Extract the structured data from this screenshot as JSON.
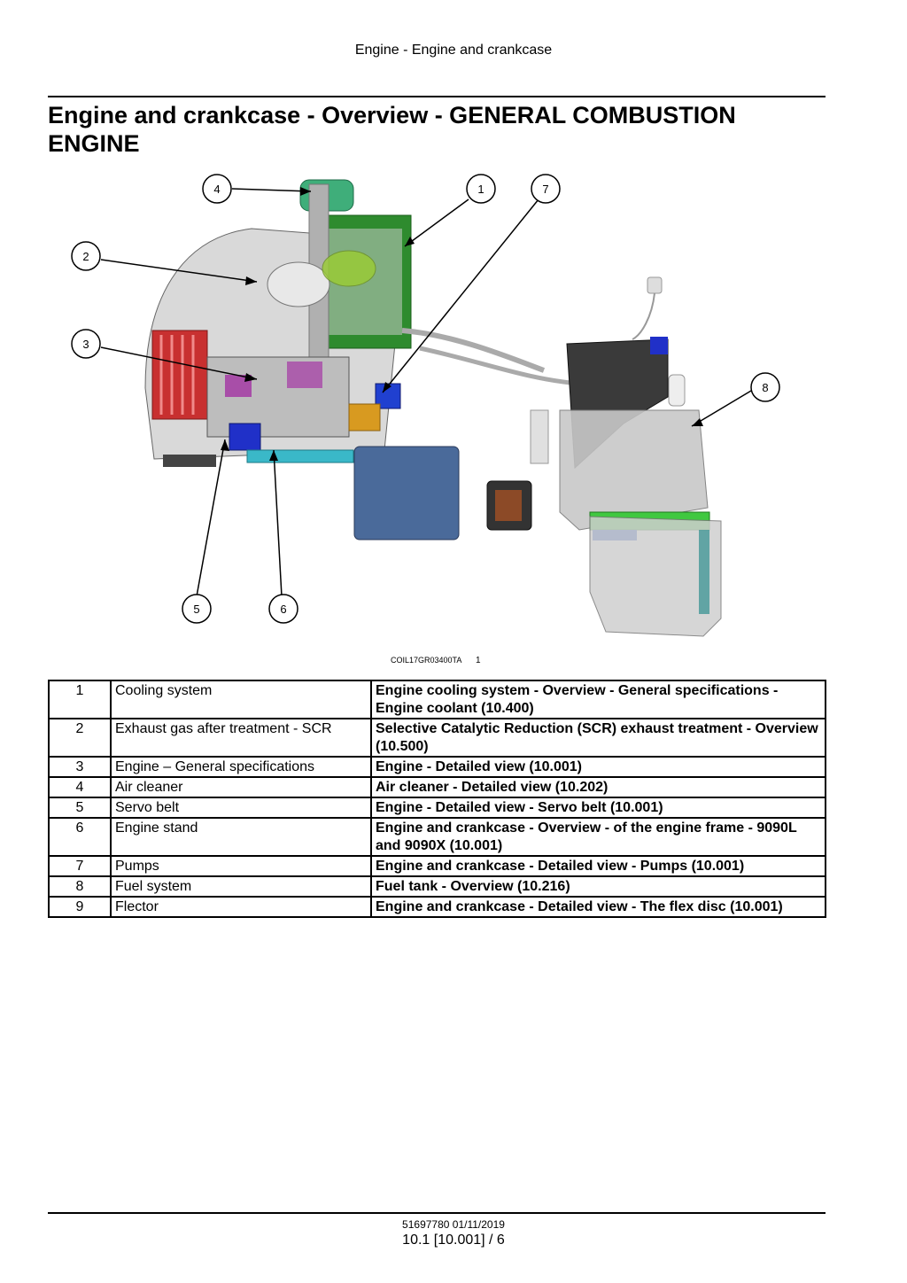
{
  "header": {
    "running_title": "Engine - Engine and crankcase"
  },
  "title": "Engine and crankcase - Overview - GENERAL COMBUSTION ENGINE",
  "figure": {
    "callouts": [
      "4",
      "1",
      "7",
      "2",
      "3",
      "8",
      "5",
      "6"
    ],
    "reference": "COIL17GR03400TA",
    "number": "1"
  },
  "table": {
    "rows": [
      {
        "num": "1",
        "desc": "Cooling system",
        "link": "Engine cooling system - Overview - General specifications - Engine coolant (10.400)"
      },
      {
        "num": "2",
        "desc": "Exhaust gas after treatment - SCR",
        "link": "Selective Catalytic Reduction (SCR) exhaust treatment - Overview (10.500)"
      },
      {
        "num": "3",
        "desc": "Engine – General specifications",
        "link": "Engine - Detailed view (10.001)"
      },
      {
        "num": "4",
        "desc": "Air cleaner",
        "link": "Air cleaner - Detailed view (10.202)"
      },
      {
        "num": "5",
        "desc": "Servo belt",
        "link": "Engine - Detailed view - Servo belt (10.001)"
      },
      {
        "num": "6",
        "desc": "Engine stand",
        "link": "Engine and crankcase - Overview - of the engine frame - 9090L and 9090X (10.001)"
      },
      {
        "num": "7",
        "desc": "Pumps",
        "link": "Engine and crankcase - Detailed view - Pumps (10.001)"
      },
      {
        "num": "8",
        "desc": "Fuel system",
        "link": "Fuel tank - Overview (10.216)"
      },
      {
        "num": "9",
        "desc": "Flector",
        "link": "Engine and crankcase - Detailed view - The flex disc (10.001)"
      }
    ]
  },
  "footer": {
    "doc_id": "51697780 01/11/2019",
    "page": "10.1 [10.001] / 6"
  }
}
